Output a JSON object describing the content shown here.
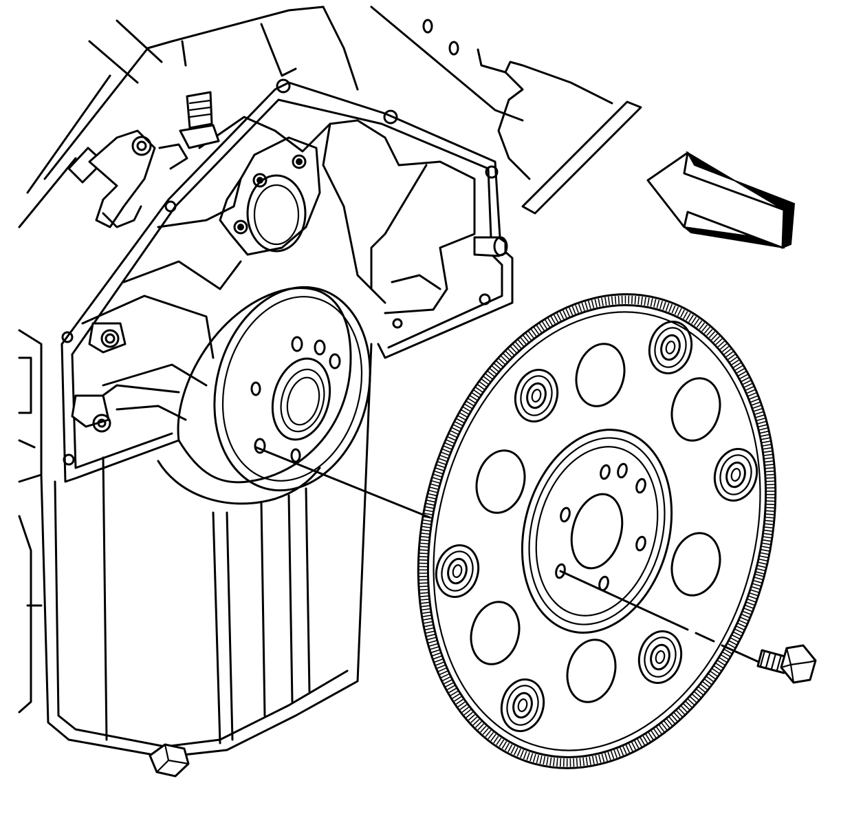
{
  "figure": {
    "kind": "exploded installation view",
    "components": [
      "engine-block",
      "crankshaft-rear-flange",
      "oil-pan",
      "flexplate",
      "flexplate-bolt",
      "view-direction-arrow"
    ],
    "colors": {
      "line": "#000000",
      "background": "#ffffff"
    },
    "icons": {
      "arrow": "view-arrow-icon",
      "bolt": "hex-bolt-icon"
    }
  }
}
